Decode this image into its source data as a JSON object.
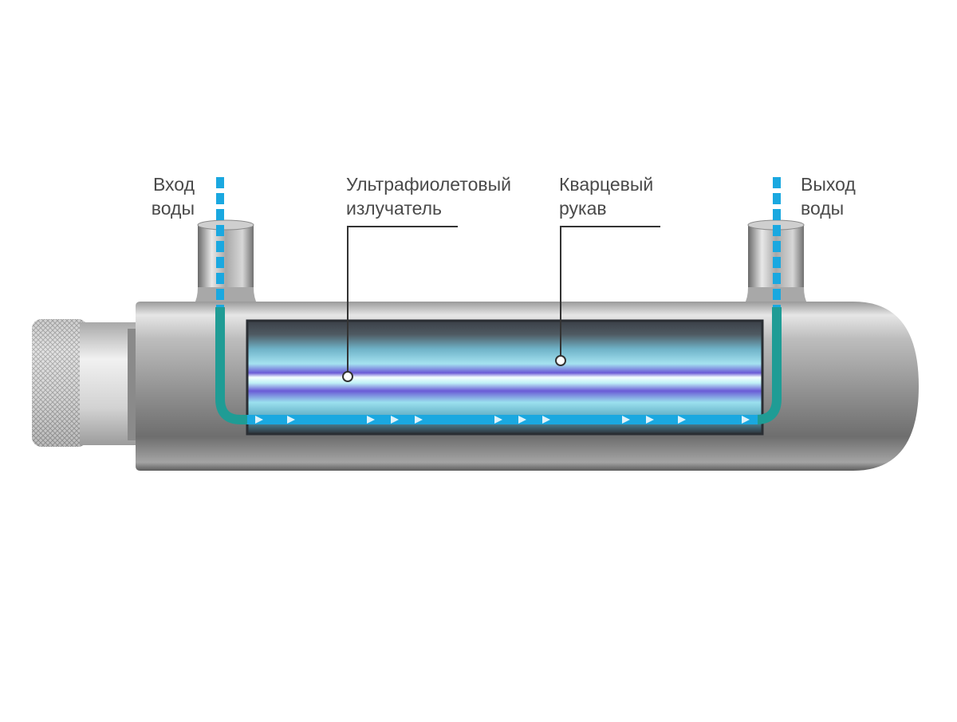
{
  "labels": {
    "water_inlet": [
      "Вход",
      "воды"
    ],
    "water_outlet": [
      "Выход",
      "воды"
    ],
    "uv_emitter": [
      "Ультрафиолетовый",
      "излучатель"
    ],
    "quartz_sleeve": [
      "Кварцевый",
      "рукав"
    ]
  },
  "colors": {
    "flow_cyan": "#1aa8e0",
    "flow_teal": "#1f9c95",
    "steel_light": "#d8d8d8",
    "steel_dark": "#6e6e6e",
    "callout_line": "#333333",
    "label_text": "#4a4a4a",
    "uv_glow": "#7fd6ea",
    "uv_violet": "#6a5bd6"
  },
  "icons": [
    "knurled-cap-icon",
    "flow-arrow-icon"
  ]
}
